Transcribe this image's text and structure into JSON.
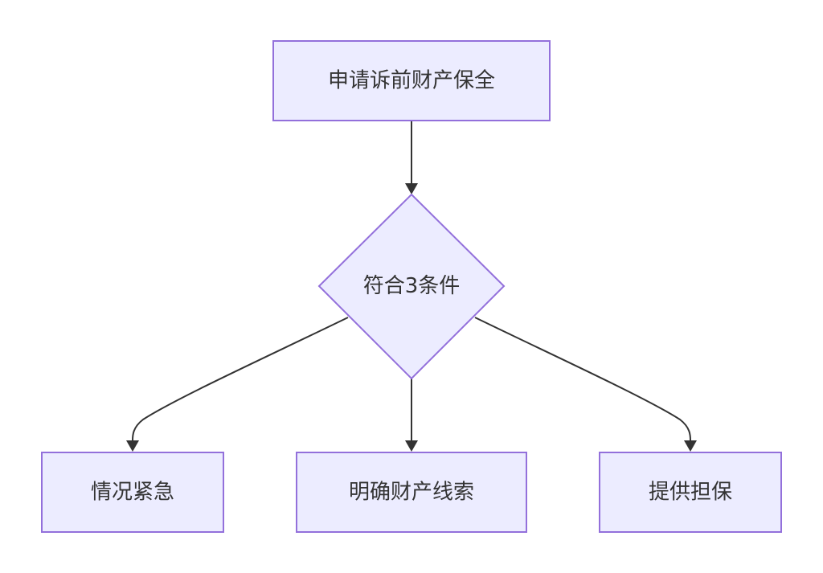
{
  "diagram": {
    "nodes": {
      "start": {
        "label": "申请诉前财产保全"
      },
      "decision": {
        "label": "符合3条件"
      },
      "urgent": {
        "label": "情况紧急"
      },
      "clue": {
        "label": "明确财产线索"
      },
      "guarantee": {
        "label": "提供担保"
      }
    },
    "edges": [
      {
        "from": "start",
        "to": "decision"
      },
      {
        "from": "decision",
        "to": "urgent"
      },
      {
        "from": "decision",
        "to": "clue"
      },
      {
        "from": "decision",
        "to": "guarantee"
      }
    ],
    "colors": {
      "node_fill": "#ececff",
      "node_stroke": "#9370db",
      "edge": "#333333",
      "text": "#333333"
    }
  }
}
